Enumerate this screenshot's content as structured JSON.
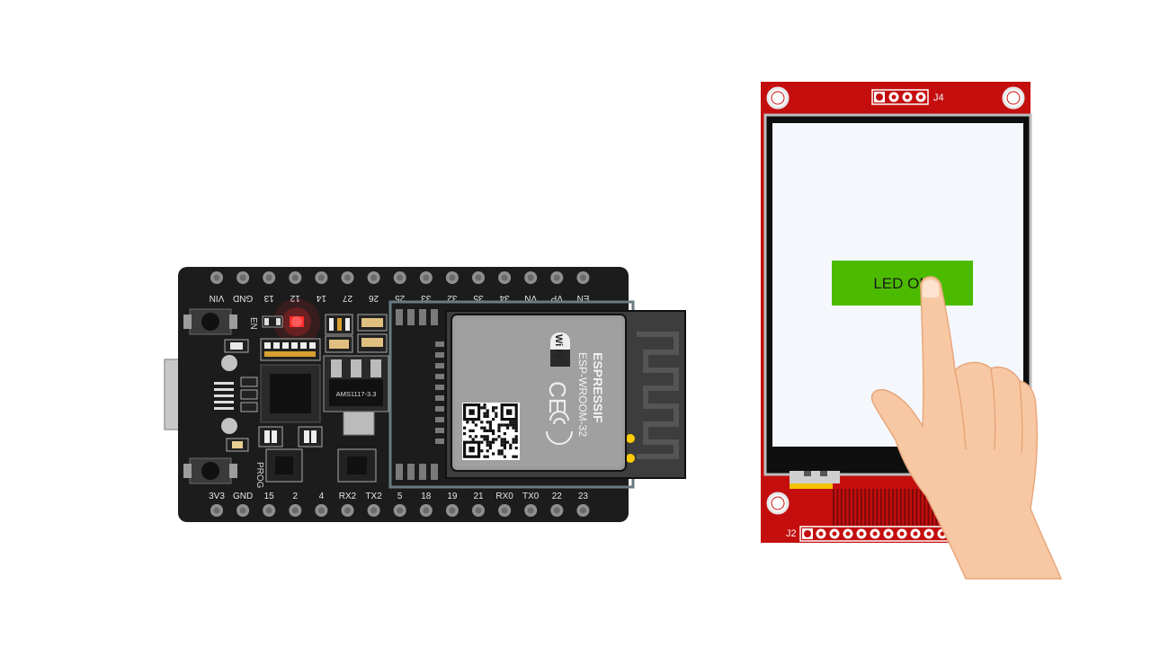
{
  "board": {
    "top_pins": [
      "VIN",
      "GND",
      "13",
      "12",
      "14",
      "27",
      "26",
      "25",
      "33",
      "32",
      "35",
      "34",
      "VN",
      "VP",
      "EN"
    ],
    "bottom_pins": [
      "3V3",
      "GND",
      "15",
      "2",
      "4",
      "RX2",
      "TX2",
      "5",
      "18",
      "19",
      "21",
      "RX0",
      "TX0",
      "22",
      "23"
    ],
    "en_label": "EN",
    "prog_label": "PROG",
    "regulator_label": "AMS1117-3.3",
    "module": {
      "brand": "ESPRESSIF",
      "model": "ESP-WROOM-32",
      "wifi_label": "Wi Fi",
      "ce_mark": "CE"
    },
    "colors": {
      "pcb": "#1c1c1c",
      "led": "#ff2a2a",
      "pin": "#8f8f8f"
    }
  },
  "display": {
    "header_top": "J4",
    "header_bottom": "J2",
    "screen_button": {
      "label": "LED ON",
      "color": "#4cbb00"
    },
    "colors": {
      "pcb": "#c40e0e",
      "screen": "#f4f8fd"
    }
  }
}
